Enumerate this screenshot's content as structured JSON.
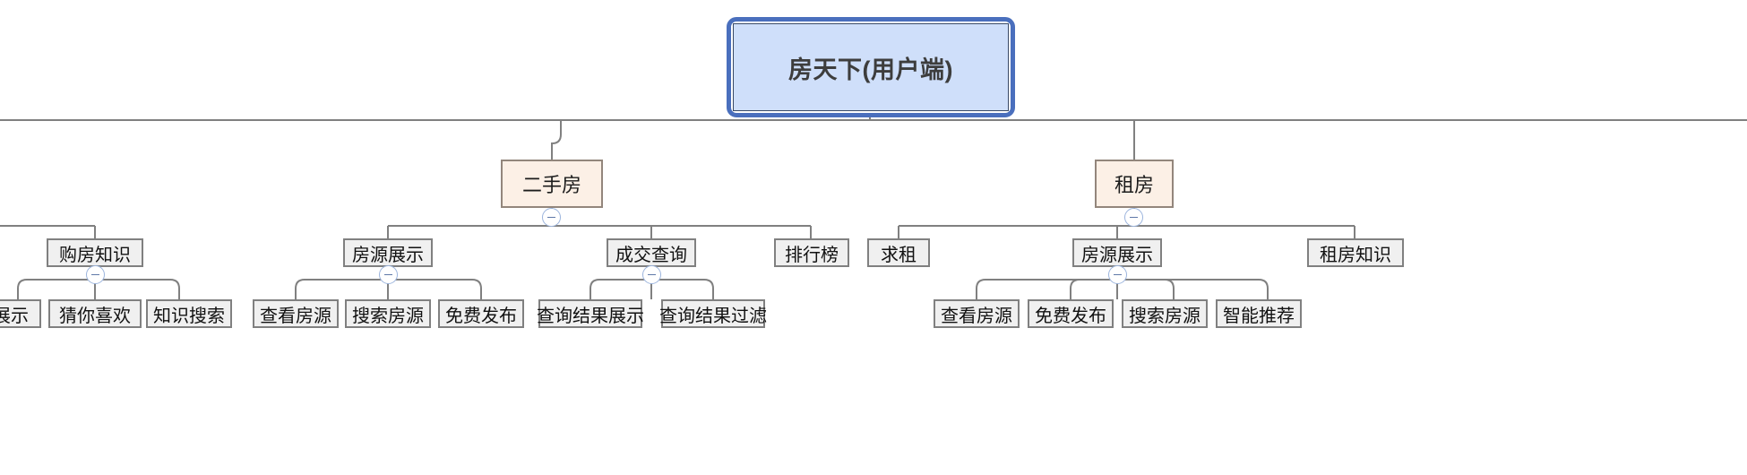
{
  "diagram": {
    "type": "mindmap-tree",
    "title": "房天下(用户端)",
    "orientation": "top-down",
    "colors": {
      "root_fill": "#cfdffa",
      "root_selection": "#4a6fbd",
      "level2_fill": "#fcf0e6",
      "level2_border": "#93867c",
      "node_fill": "#f0f0f0",
      "node_border": "#808080",
      "edge": "#808080",
      "toggle_border": "#9bb4dd"
    }
  },
  "nodes": {
    "root": {
      "label": "房天下(用户端)",
      "level": 0,
      "selected": "true"
    },
    "level2": [
      {
        "label": "二手房",
        "collapse_icon": "minus-circle-icon"
      },
      {
        "label": "租房",
        "collapse_icon": "minus-circle-icon"
      }
    ],
    "level3": [
      {
        "label": "购房知识",
        "parent": "(clipped-parent)",
        "collapse_icon": "minus-circle-icon"
      },
      {
        "label": "房源展示",
        "parent": "二手房",
        "collapse_icon": "minus-circle-icon"
      },
      {
        "label": "成交查询",
        "parent": "二手房",
        "collapse_icon": "minus-circle-icon"
      },
      {
        "label": "排行榜",
        "parent": "二手房",
        "collapse_icon": ""
      },
      {
        "label": "求租",
        "parent": "租房",
        "collapse_icon": ""
      },
      {
        "label": "房源展示",
        "parent": "租房",
        "collapse_icon": "minus-circle-icon"
      },
      {
        "label": "租房知识",
        "parent": "租房",
        "collapse_icon": ""
      }
    ],
    "leaves": [
      {
        "label": "展示",
        "parent": "购房知识",
        "clipped": "true"
      },
      {
        "label": "猜你喜欢",
        "parent": "购房知识"
      },
      {
        "label": "知识搜索",
        "parent": "购房知识"
      },
      {
        "label": "查看房源",
        "parent": "二手房/房源展示"
      },
      {
        "label": "搜索房源",
        "parent": "二手房/房源展示"
      },
      {
        "label": "免费发布",
        "parent": "二手房/房源展示"
      },
      {
        "label": "查询结果展示",
        "parent": "成交查询"
      },
      {
        "label": "查询结果过滤",
        "parent": "成交查询"
      },
      {
        "label": "查看房源",
        "parent": "租房/房源展示"
      },
      {
        "label": "免费发布",
        "parent": "租房/房源展示"
      },
      {
        "label": "搜索房源",
        "parent": "租房/房源展示"
      },
      {
        "label": "智能推荐",
        "parent": "租房/房源展示"
      }
    ]
  }
}
